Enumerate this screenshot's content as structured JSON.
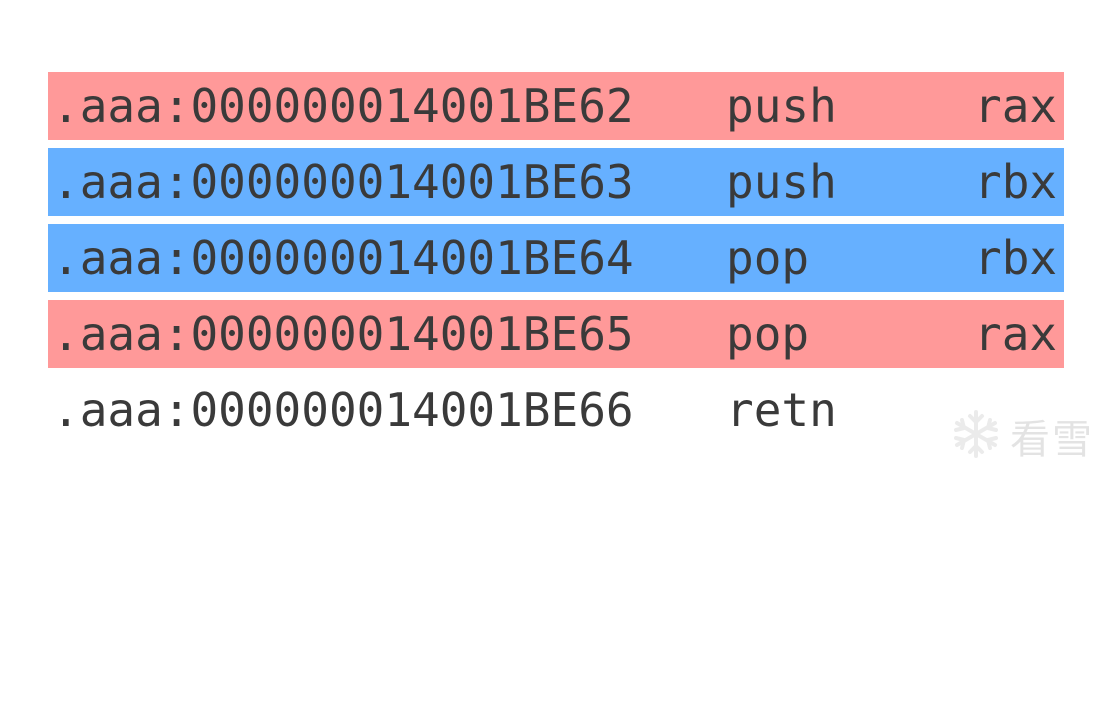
{
  "colors": {
    "highlight_red": "#ff9999",
    "highlight_blue": "#66b0ff",
    "text": "#3a3a3a"
  },
  "lines": [
    {
      "address": ".aaa:000000014001BE62",
      "mnemonic": "push",
      "operand": "rax",
      "highlight": "red"
    },
    {
      "address": ".aaa:000000014001BE63",
      "mnemonic": "push",
      "operand": "rbx",
      "highlight": "blue"
    },
    {
      "address": ".aaa:000000014001BE64",
      "mnemonic": "pop",
      "operand": "rbx",
      "highlight": "blue"
    },
    {
      "address": ".aaa:000000014001BE65",
      "mnemonic": "pop",
      "operand": "rax",
      "highlight": "red"
    },
    {
      "address": ".aaa:000000014001BE66",
      "mnemonic": "retn",
      "operand": "",
      "highlight": "none"
    }
  ],
  "watermark": {
    "text": "看雪",
    "icon": "snowflake-icon"
  }
}
